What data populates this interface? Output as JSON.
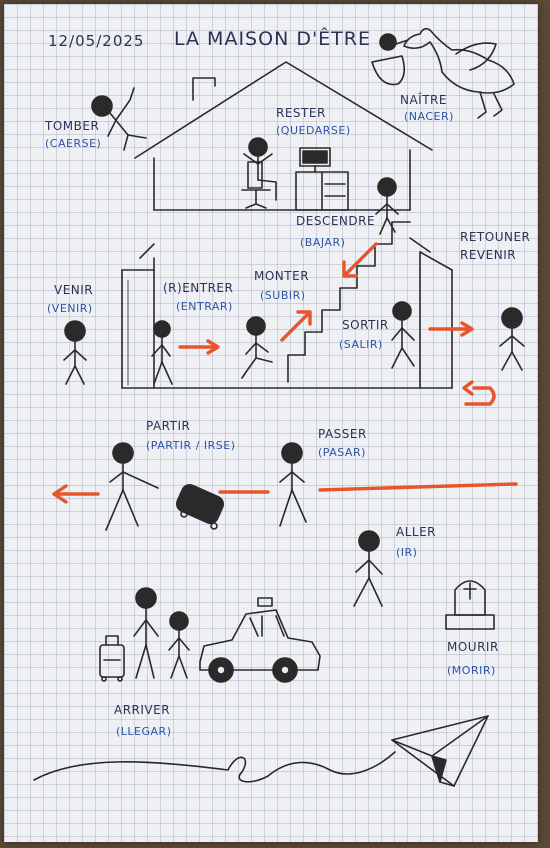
{
  "date": "12/05/2025",
  "title": "LA MAISON D'ÊTRE",
  "verbs": {
    "tomber": {
      "fr": "TOMBER",
      "es": "(CAERSE)"
    },
    "rester": {
      "fr": "RESTER",
      "es": "(QUEDARSE)"
    },
    "naitre": {
      "fr": "NAÎTRE",
      "es": "(NACER)"
    },
    "descendre": {
      "fr": "DESCENDRE",
      "es": "(BAJAR)"
    },
    "retourner": {
      "fr": "RETOUNER",
      "fr2": "REVENIR"
    },
    "venir": {
      "fr": "VENIR",
      "es": "(VENIR)"
    },
    "entrer": {
      "fr": "(R)ENTRER",
      "es": "(ENTRAR)"
    },
    "monter": {
      "fr": "MONTER",
      "es": "(SUBIR)"
    },
    "sortir": {
      "fr": "SORTIR",
      "es": "(SALIR)"
    },
    "partir": {
      "fr": "PARTIR",
      "es": "(PARTIR / IRSE)"
    },
    "passer": {
      "fr": "PASSER",
      "es": "(PASAR)"
    },
    "aller": {
      "fr": "ALLER",
      "es": "(IR)"
    },
    "arriver": {
      "fr": "ARRIVER",
      "es": "(LLEGAR)"
    },
    "mourir": {
      "fr": "MOURIR",
      "es": "(MORIR)"
    }
  },
  "colors": {
    "ink": "#2d3156",
    "pen_blue": "#2e54a8",
    "arrow_orange": "#e8552a"
  },
  "icons": [
    "stork-icon",
    "baby-bundle-icon",
    "computer-icon",
    "desk-chair-icon",
    "suitcase-icon",
    "car-icon",
    "tombstone-icon",
    "paper-plane-icon",
    "u-turn-arrow-icon"
  ]
}
